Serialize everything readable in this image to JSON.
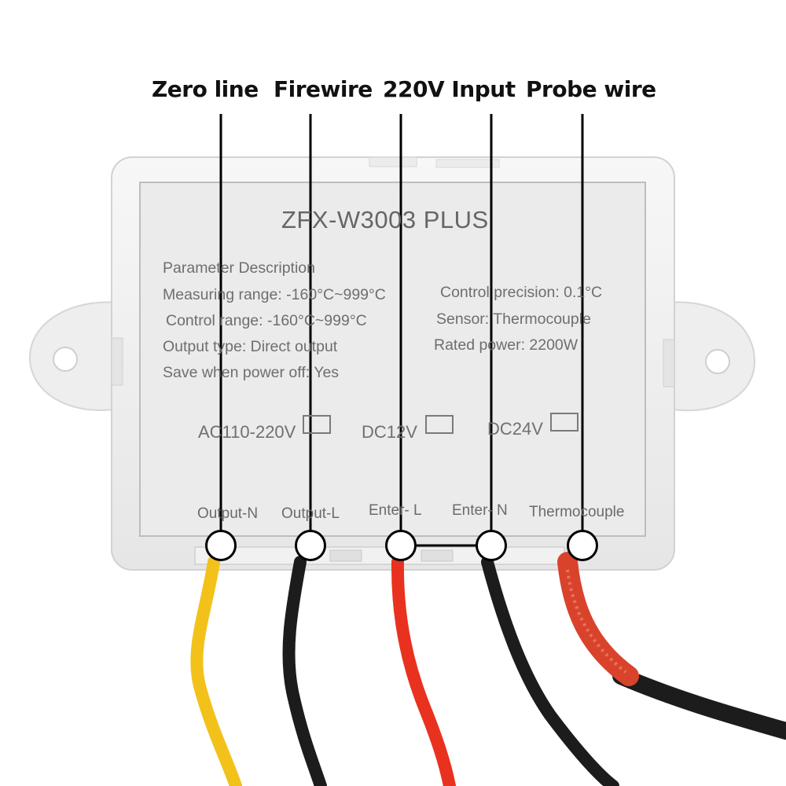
{
  "callouts": {
    "zero_line": "Zero line",
    "firewire": "Firewire",
    "input_220v": "220V Input",
    "probe_wire": "Probe wire"
  },
  "device": {
    "model": "ZFX-W3003 PLUS",
    "parameters": {
      "heading": "Parameter Description",
      "measuring_range": "Measuring range: -160°C~999°C",
      "control_range": "Control range: -160°C~999°C",
      "output_type": "Output type: Direct output",
      "save_power_off": "Save when power off: Yes",
      "control_precision": "Control precision: 0.1°C",
      "sensor": "Sensor: Thermocouple",
      "rated_power": "Rated power: 2200W"
    },
    "voltage_options": [
      "AC110-220V",
      "DC12V",
      "DC24V"
    ],
    "terminals": [
      "Output-N",
      "Output-L",
      "Enter- L",
      "Enter- N",
      "Thermocouple"
    ]
  },
  "colors": {
    "housing": "#f0f0f0",
    "label_panel": "#e9e9e9",
    "wire_yellow": "#f2c21b",
    "wire_black": "#1c1c1c",
    "wire_red": "#e8321f",
    "probe_sleeve": "#d9432c"
  }
}
